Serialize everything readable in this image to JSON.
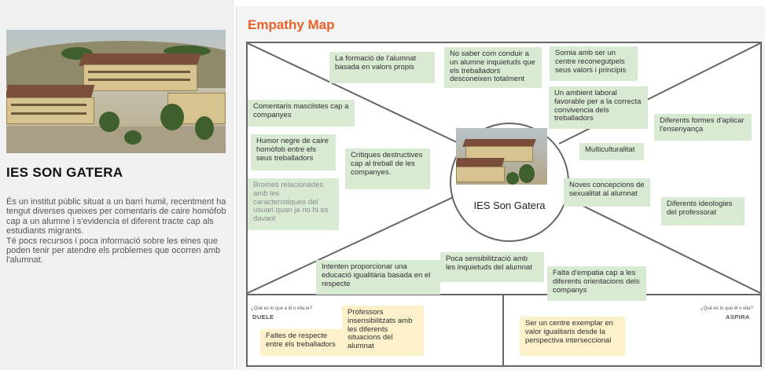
{
  "school": {
    "title": "IES SON GATERA",
    "description_1": "És un institut públic situat a un barri humil, recentment ha tengut diverses queixes per comentaris de caire homòfob cap a un alumne i s'evidencia el diferent tracte cap als estudiants migrants.",
    "description_2": "Té pocs recursos i poca informació sobre les eines que poden tenir per atendre els problemes que ocorren amb l'alumnat."
  },
  "map": {
    "title": "Empathy Map",
    "center_label": "IES Son Gatera",
    "notes": {
      "n1": "La formació de l'alumnat basada en valors propis",
      "n2": "No saber com conduir a un alumne inquietuds que els treballadors desconeixen totalment",
      "n3": "Somia amb ser un centre reconegutpels seus valors i principis",
      "n4": "Un ambient laboral favorable per a la correcta convivencia dels treballadors",
      "n5": "Diferents formes d'aplicar l'ensenyança",
      "n6": "Multiculturalitat",
      "n7": "Noves concepcions de sexualitat al alumnat",
      "n8": "Diferents ideologies del professorat",
      "n9": "Comentaris masclistes cap a companyes",
      "n10": "Humor negre de caire homòfob entre els seus treballadors",
      "n11": "Crítiques destructives cap al treball de les companyes.",
      "n12": "Bromes relacionades amb les característiques del usuari quan ja no hi es davant",
      "n13": "Intenten proporcionar una educació igualitària basada en el respecte",
      "n14": "Poca sensibilització amb les inquietuds del alumnat",
      "n15": "Falta d'empatia cap a les diferents orientacions dels companys",
      "n16": "Faltes de respecte entre els treballadors",
      "n17": "Professors insensibilitzats amb les diferents situacions del alumnat",
      "n18": "Ser un centre exemplar en valor igualitaris desde la perspectiva interseccional"
    },
    "pains": {
      "question": "¿Qué es lo que a él o ella le?",
      "label": "DUELE"
    },
    "gains": {
      "question": "¿Qué es lo que él o ella?",
      "label": "ASPIRA"
    }
  },
  "colors": {
    "title_accent": "#e8622a",
    "note_green": "#d9ead3",
    "note_yellow": "#fdf1cc"
  }
}
